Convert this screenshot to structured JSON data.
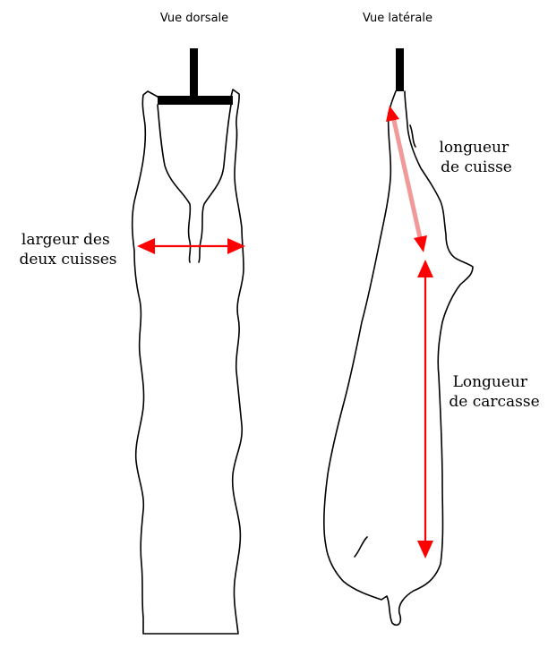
{
  "views": {
    "dorsal_title": "Vue dorsale",
    "lateral_title": "Vue latérale"
  },
  "labels": {
    "thigh_width": [
      "largeur des",
      "deux cuisses"
    ],
    "thigh_length": [
      "longueur",
      "de cuisse"
    ],
    "carcass_length": [
      "Longueur",
      "de carcasse"
    ]
  },
  "colors": {
    "measure_arrow": "#ff0000",
    "outline": "#000000",
    "background": "#ffffff"
  }
}
